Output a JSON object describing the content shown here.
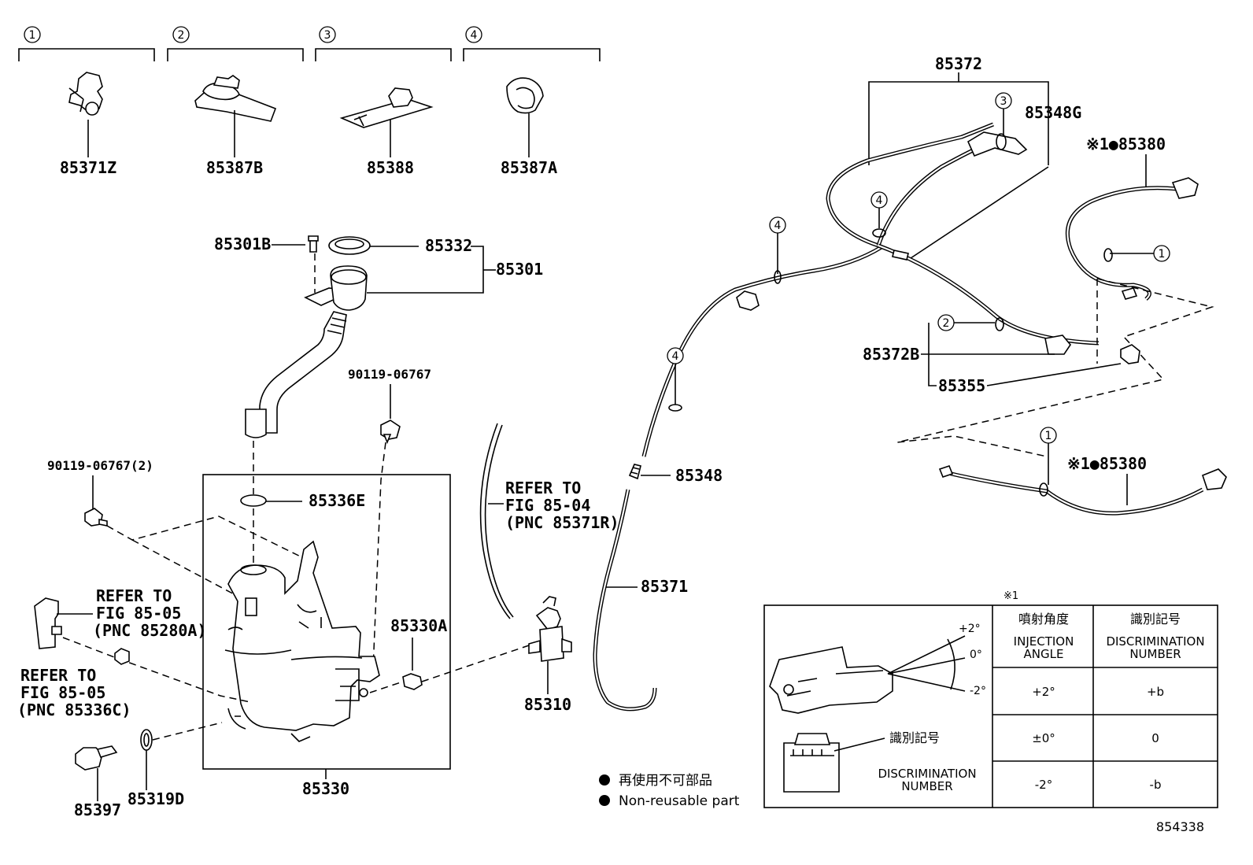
{
  "clip_groups": [
    {
      "num": "1",
      "part": "85371Z"
    },
    {
      "num": "2",
      "part": "85387B"
    },
    {
      "num": "3",
      "part": "85388"
    },
    {
      "num": "4",
      "part": "85387A"
    }
  ],
  "labels": {
    "p85301B": "85301B",
    "p85332": "85332",
    "p85301": "85301",
    "p90119a": "90119-06767",
    "p90119b": "90119-06767(2)",
    "p85336E": "85336E",
    "refer1": [
      "REFER TO",
      "FIG 85-05",
      "(PNC 85280A)"
    ],
    "refer2": [
      "REFER TO",
      "FIG 85-05",
      "(PNC 85336C)"
    ],
    "refer3": [
      "REFER TO",
      "FIG 85-04",
      "(PNC 85371R)"
    ],
    "p85330A": "85330A",
    "p85310": "85310",
    "p85330": "85330",
    "p85397": "85397",
    "p85319D": "85319D",
    "p85348": "85348",
    "p85371": "85371",
    "p85372": "85372",
    "p85348G": "85348G",
    "p85380a": "※1●85380",
    "p85380b": "※1●85380",
    "p85372B": "85372B",
    "p85355": "85355",
    "call3": "3",
    "call4a": "4",
    "call4b": "4",
    "call4c": "4",
    "call1a": "1",
    "call2": "2",
    "call1b": "1"
  },
  "legend": {
    "jp": "再使用不可部品",
    "en": "Non-reusable part",
    "bullet": "●"
  },
  "table": {
    "note": "※1",
    "h1_jp": "噴射角度",
    "h1_en": [
      "INJECTION",
      "ANGLE"
    ],
    "h2_jp": "識別記号",
    "h2_en": [
      "DISCRIMINATION",
      "NUMBER"
    ],
    "rows": [
      [
        "+2°",
        "+b"
      ],
      [
        "±0°",
        "0"
      ],
      [
        "-2°",
        "-b"
      ]
    ],
    "angle_top": "+2°",
    "angle_mid": "0°",
    "angle_bot": "-2°",
    "mark_jp": "識別記号",
    "mark_en": [
      "DISCRIMINATION",
      "NUMBER"
    ]
  },
  "figure_id": "854338"
}
